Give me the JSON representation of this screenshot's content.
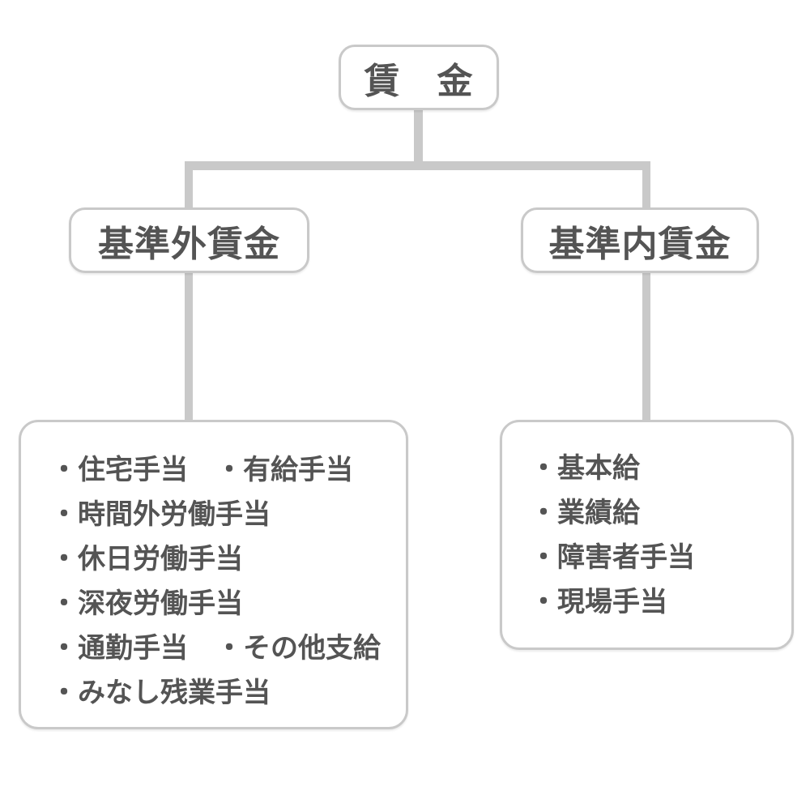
{
  "diagram": {
    "title": "wage structure tree",
    "root": {
      "label": "賃　金"
    },
    "branches": {
      "left": {
        "label": "基準外賃金"
      },
      "right": {
        "label": "基準内賃金"
      }
    },
    "left_leaf": {
      "lines": [
        "・住宅手当　・有給手当",
        "・時間外労働手当",
        "・休日労働手当",
        "・深夜労働手当",
        "・通勤手当　・その他支給",
        "・みなし残業手当"
      ]
    },
    "right_leaf": {
      "lines": [
        "・基本給",
        "・業績給",
        "・障害者手当",
        "・現場手当"
      ]
    },
    "colors": {
      "connector": "#c9c9c9",
      "box_border": "#c9c9c9",
      "box_fill": "#ffffff",
      "text": "#545454",
      "background": "#ffffff"
    }
  }
}
